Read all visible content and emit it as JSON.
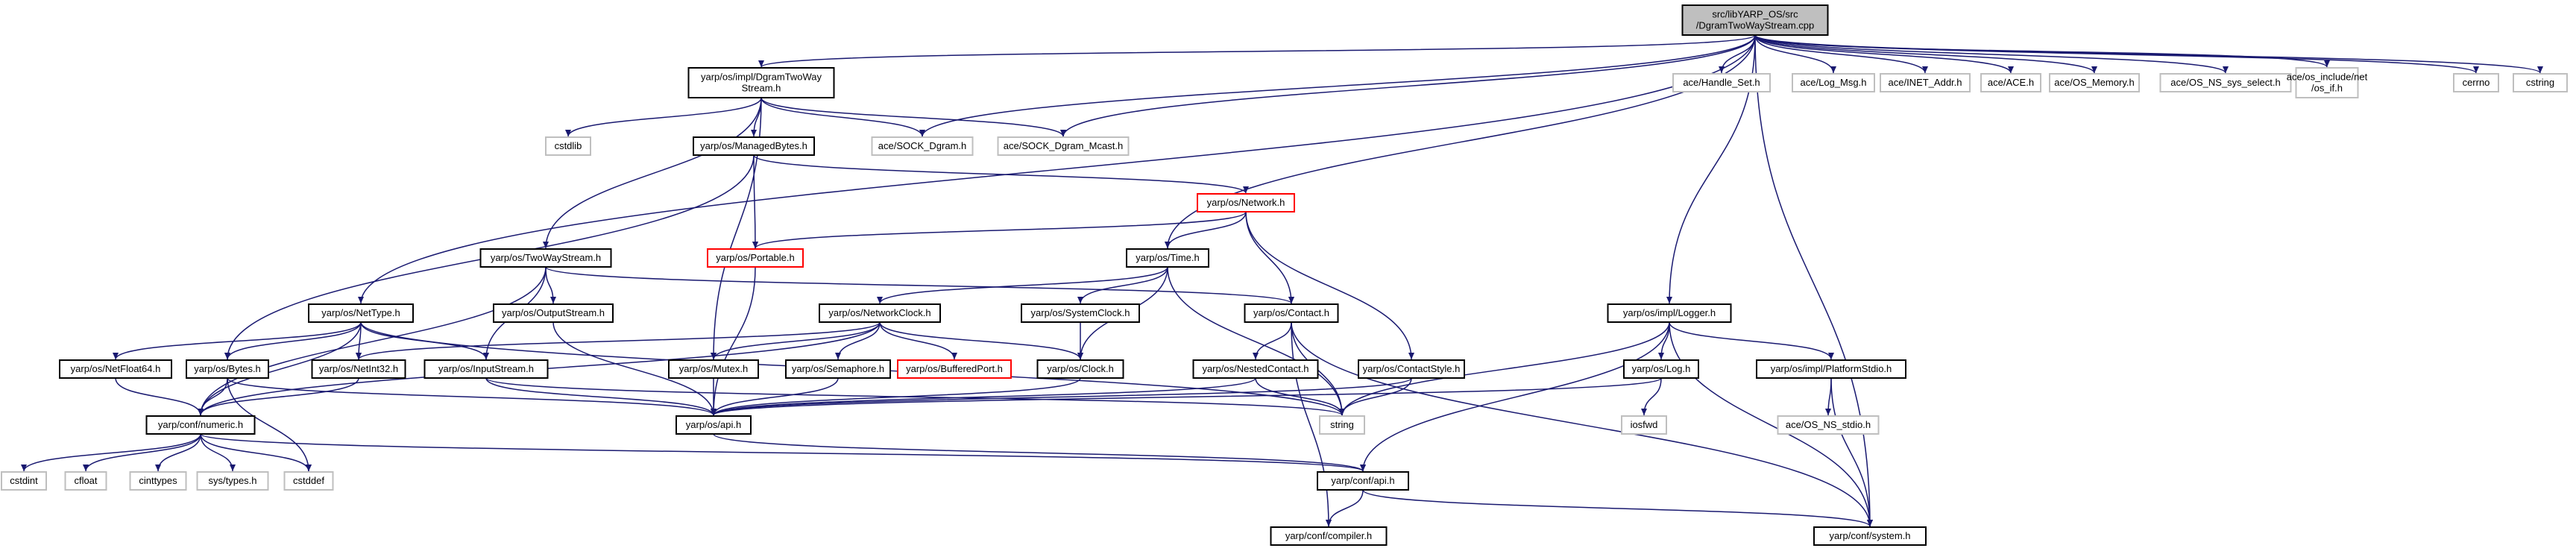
{
  "title_lines": [
    "src/libYARP_OS/src",
    "/DgramTwoWayStream.cpp"
  ],
  "colors": {
    "root_fill": "#bfbfbf",
    "root_stroke": "#000000",
    "normal_stroke": "#000000",
    "truncated_stroke": "#ff0000",
    "external_stroke": "#bfbfbf",
    "external_text": "#000000",
    "edge": "#191970"
  },
  "nodes": [
    {
      "id": "root",
      "lines": [
        "src/libYARP_OS/src",
        "/DgramTwoWayStream.cpp"
      ],
      "kind": "root"
    },
    {
      "id": "impl_dgram",
      "lines": [
        "yarp/os/impl/DgramTwoWay",
        "Stream.h"
      ],
      "kind": "normal"
    },
    {
      "id": "handle_set",
      "lines": [
        "ace/Handle_Set.h"
      ],
      "kind": "external"
    },
    {
      "id": "log_msg",
      "lines": [
        "ace/Log_Msg.h"
      ],
      "kind": "external"
    },
    {
      "id": "inet_addr",
      "lines": [
        "ace/INET_Addr.h"
      ],
      "kind": "external"
    },
    {
      "id": "ace_h",
      "lines": [
        "ace/ACE.h"
      ],
      "kind": "external"
    },
    {
      "id": "os_memory",
      "lines": [
        "ace/OS_Memory.h"
      ],
      "kind": "external"
    },
    {
      "id": "os_ns_sys_select",
      "lines": [
        "ace/OS_NS_sys_select.h"
      ],
      "kind": "external"
    },
    {
      "id": "os_include_net_if",
      "lines": [
        "ace/os_include/net",
        "/os_if.h"
      ],
      "kind": "external"
    },
    {
      "id": "cerrno",
      "lines": [
        "cerrno"
      ],
      "kind": "external"
    },
    {
      "id": "cstring",
      "lines": [
        "cstring"
      ],
      "kind": "external"
    },
    {
      "id": "cstdlib",
      "lines": [
        "cstdlib"
      ],
      "kind": "external"
    },
    {
      "id": "managed_bytes",
      "lines": [
        "yarp/os/ManagedBytes.h"
      ],
      "kind": "normal"
    },
    {
      "id": "sock_dgram",
      "lines": [
        "ace/SOCK_Dgram.h"
      ],
      "kind": "external"
    },
    {
      "id": "sock_dgram_mcast",
      "lines": [
        "ace/SOCK_Dgram_Mcast.h"
      ],
      "kind": "external"
    },
    {
      "id": "network",
      "lines": [
        "yarp/os/Network.h"
      ],
      "kind": "truncated"
    },
    {
      "id": "portable",
      "lines": [
        "yarp/os/Portable.h"
      ],
      "kind": "truncated"
    },
    {
      "id": "time",
      "lines": [
        "yarp/os/Time.h"
      ],
      "kind": "normal"
    },
    {
      "id": "twowaystream",
      "lines": [
        "yarp/os/TwoWayStream.h"
      ],
      "kind": "normal"
    },
    {
      "id": "nettype",
      "lines": [
        "yarp/os/NetType.h"
      ],
      "kind": "normal"
    },
    {
      "id": "outputstream",
      "lines": [
        "yarp/os/OutputStream.h"
      ],
      "kind": "normal"
    },
    {
      "id": "networkclock",
      "lines": [
        "yarp/os/NetworkClock.h"
      ],
      "kind": "normal"
    },
    {
      "id": "systemclock",
      "lines": [
        "yarp/os/SystemClock.h"
      ],
      "kind": "normal"
    },
    {
      "id": "contact",
      "lines": [
        "yarp/os/Contact.h"
      ],
      "kind": "normal"
    },
    {
      "id": "impl_logger",
      "lines": [
        "yarp/os/impl/Logger.h"
      ],
      "kind": "normal"
    },
    {
      "id": "netfloat64",
      "lines": [
        "yarp/os/NetFloat64.h"
      ],
      "kind": "normal"
    },
    {
      "id": "bytes",
      "lines": [
        "yarp/os/Bytes.h"
      ],
      "kind": "normal"
    },
    {
      "id": "netint32",
      "lines": [
        "yarp/os/NetInt32.h"
      ],
      "kind": "normal"
    },
    {
      "id": "inputstream",
      "lines": [
        "yarp/os/InputStream.h"
      ],
      "kind": "normal"
    },
    {
      "id": "mutex",
      "lines": [
        "yarp/os/Mutex.h"
      ],
      "kind": "normal"
    },
    {
      "id": "semaphore",
      "lines": [
        "yarp/os/Semaphore.h"
      ],
      "kind": "normal"
    },
    {
      "id": "bufferedport",
      "lines": [
        "yarp/os/BufferedPort.h"
      ],
      "kind": "truncated"
    },
    {
      "id": "clock",
      "lines": [
        "yarp/os/Clock.h"
      ],
      "kind": "normal"
    },
    {
      "id": "nestedcontact",
      "lines": [
        "yarp/os/NestedContact.h"
      ],
      "kind": "normal"
    },
    {
      "id": "contactstyle",
      "lines": [
        "yarp/os/ContactStyle.h"
      ],
      "kind": "normal"
    },
    {
      "id": "log",
      "lines": [
        "yarp/os/Log.h"
      ],
      "kind": "normal"
    },
    {
      "id": "platformstdio",
      "lines": [
        "yarp/os/impl/PlatformStdio.h"
      ],
      "kind": "normal"
    },
    {
      "id": "conf_numeric",
      "lines": [
        "yarp/conf/numeric.h"
      ],
      "kind": "normal"
    },
    {
      "id": "os_api",
      "lines": [
        "yarp/os/api.h"
      ],
      "kind": "normal"
    },
    {
      "id": "string",
      "lines": [
        "string"
      ],
      "kind": "external"
    },
    {
      "id": "iosfwd",
      "lines": [
        "iosfwd"
      ],
      "kind": "external"
    },
    {
      "id": "os_ns_stdio",
      "lines": [
        "ace/OS_NS_stdio.h"
      ],
      "kind": "external"
    },
    {
      "id": "cstdint",
      "lines": [
        "cstdint"
      ],
      "kind": "external"
    },
    {
      "id": "cfloat",
      "lines": [
        "cfloat"
      ],
      "kind": "external"
    },
    {
      "id": "cinttypes",
      "lines": [
        "cinttypes"
      ],
      "kind": "external"
    },
    {
      "id": "sys_types",
      "lines": [
        "sys/types.h"
      ],
      "kind": "external"
    },
    {
      "id": "cstddef",
      "lines": [
        "cstddef"
      ],
      "kind": "external"
    },
    {
      "id": "conf_api",
      "lines": [
        "yarp/conf/api.h"
      ],
      "kind": "normal"
    },
    {
      "id": "conf_compiler",
      "lines": [
        "yarp/conf/compiler.h"
      ],
      "kind": "normal"
    },
    {
      "id": "conf_system",
      "lines": [
        "yarp/conf/system.h"
      ],
      "kind": "normal"
    }
  ],
  "edges": [
    [
      "root",
      "impl_dgram"
    ],
    [
      "root",
      "handle_set"
    ],
    [
      "root",
      "log_msg"
    ],
    [
      "root",
      "inet_addr"
    ],
    [
      "root",
      "ace_h"
    ],
    [
      "root",
      "os_memory"
    ],
    [
      "root",
      "os_ns_sys_select"
    ],
    [
      "root",
      "os_include_net_if"
    ],
    [
      "root",
      "cerrno"
    ],
    [
      "root",
      "cstring"
    ],
    [
      "root",
      "sock_dgram"
    ],
    [
      "root",
      "sock_dgram_mcast"
    ],
    [
      "root",
      "time"
    ],
    [
      "root",
      "nettype"
    ],
    [
      "root",
      "impl_logger"
    ],
    [
      "root",
      "conf_system"
    ],
    [
      "impl_dgram",
      "cstdlib"
    ],
    [
      "impl_dgram",
      "managed_bytes"
    ],
    [
      "impl_dgram",
      "sock_dgram"
    ],
    [
      "impl_dgram",
      "sock_dgram_mcast"
    ],
    [
      "impl_dgram",
      "twowaystream"
    ],
    [
      "impl_dgram",
      "mutex"
    ],
    [
      "managed_bytes",
      "network"
    ],
    [
      "managed_bytes",
      "portable"
    ],
    [
      "managed_bytes",
      "bytes"
    ],
    [
      "network",
      "portable"
    ],
    [
      "network",
      "time"
    ],
    [
      "network",
      "contact"
    ],
    [
      "network",
      "contactstyle"
    ],
    [
      "portable",
      "os_api"
    ],
    [
      "time",
      "networkclock"
    ],
    [
      "time",
      "systemclock"
    ],
    [
      "time",
      "clock"
    ],
    [
      "time",
      "string"
    ],
    [
      "twowaystream",
      "outputstream"
    ],
    [
      "twowaystream",
      "inputstream"
    ],
    [
      "twowaystream",
      "contact"
    ],
    [
      "twowaystream",
      "conf_numeric"
    ],
    [
      "nettype",
      "netfloat64"
    ],
    [
      "nettype",
      "bytes"
    ],
    [
      "nettype",
      "netint32"
    ],
    [
      "nettype",
      "inputstream"
    ],
    [
      "nettype",
      "string"
    ],
    [
      "nettype",
      "conf_numeric"
    ],
    [
      "outputstream",
      "os_api"
    ],
    [
      "networkclock",
      "mutex"
    ],
    [
      "networkclock",
      "semaphore"
    ],
    [
      "networkclock",
      "bufferedport"
    ],
    [
      "networkclock",
      "clock"
    ],
    [
      "networkclock",
      "netint32"
    ],
    [
      "networkclock",
      "conf_numeric"
    ],
    [
      "systemclock",
      "clock"
    ],
    [
      "contact",
      "nestedcontact"
    ],
    [
      "contact",
      "string"
    ],
    [
      "contact",
      "conf_compiler"
    ],
    [
      "contact",
      "conf_system"
    ],
    [
      "impl_logger",
      "log"
    ],
    [
      "impl_logger",
      "platformstdio"
    ],
    [
      "impl_logger",
      "string"
    ],
    [
      "impl_logger",
      "conf_api"
    ],
    [
      "impl_logger",
      "conf_system"
    ],
    [
      "netfloat64",
      "conf_numeric"
    ],
    [
      "bytes",
      "os_api"
    ],
    [
      "bytes",
      "conf_numeric"
    ],
    [
      "bytes",
      "cstddef"
    ],
    [
      "netint32",
      "conf_numeric"
    ],
    [
      "inputstream",
      "os_api"
    ],
    [
      "inputstream",
      "string"
    ],
    [
      "mutex",
      "os_api"
    ],
    [
      "semaphore",
      "os_api"
    ],
    [
      "clock",
      "os_api"
    ],
    [
      "nestedcontact",
      "os_api"
    ],
    [
      "nestedcontact",
      "string"
    ],
    [
      "contactstyle",
      "os_api"
    ],
    [
      "contactstyle",
      "string"
    ],
    [
      "log",
      "os_api"
    ],
    [
      "log",
      "iosfwd"
    ],
    [
      "platformstdio",
      "os_ns_stdio"
    ],
    [
      "platformstdio",
      "conf_system"
    ],
    [
      "conf_numeric",
      "cstdint"
    ],
    [
      "conf_numeric",
      "cfloat"
    ],
    [
      "conf_numeric",
      "cinttypes"
    ],
    [
      "conf_numeric",
      "sys_types"
    ],
    [
      "conf_numeric",
      "cstddef"
    ],
    [
      "conf_numeric",
      "conf_api"
    ],
    [
      "os_api",
      "conf_api"
    ],
    [
      "conf_api",
      "conf_compiler"
    ],
    [
      "conf_api",
      "conf_system"
    ]
  ]
}
